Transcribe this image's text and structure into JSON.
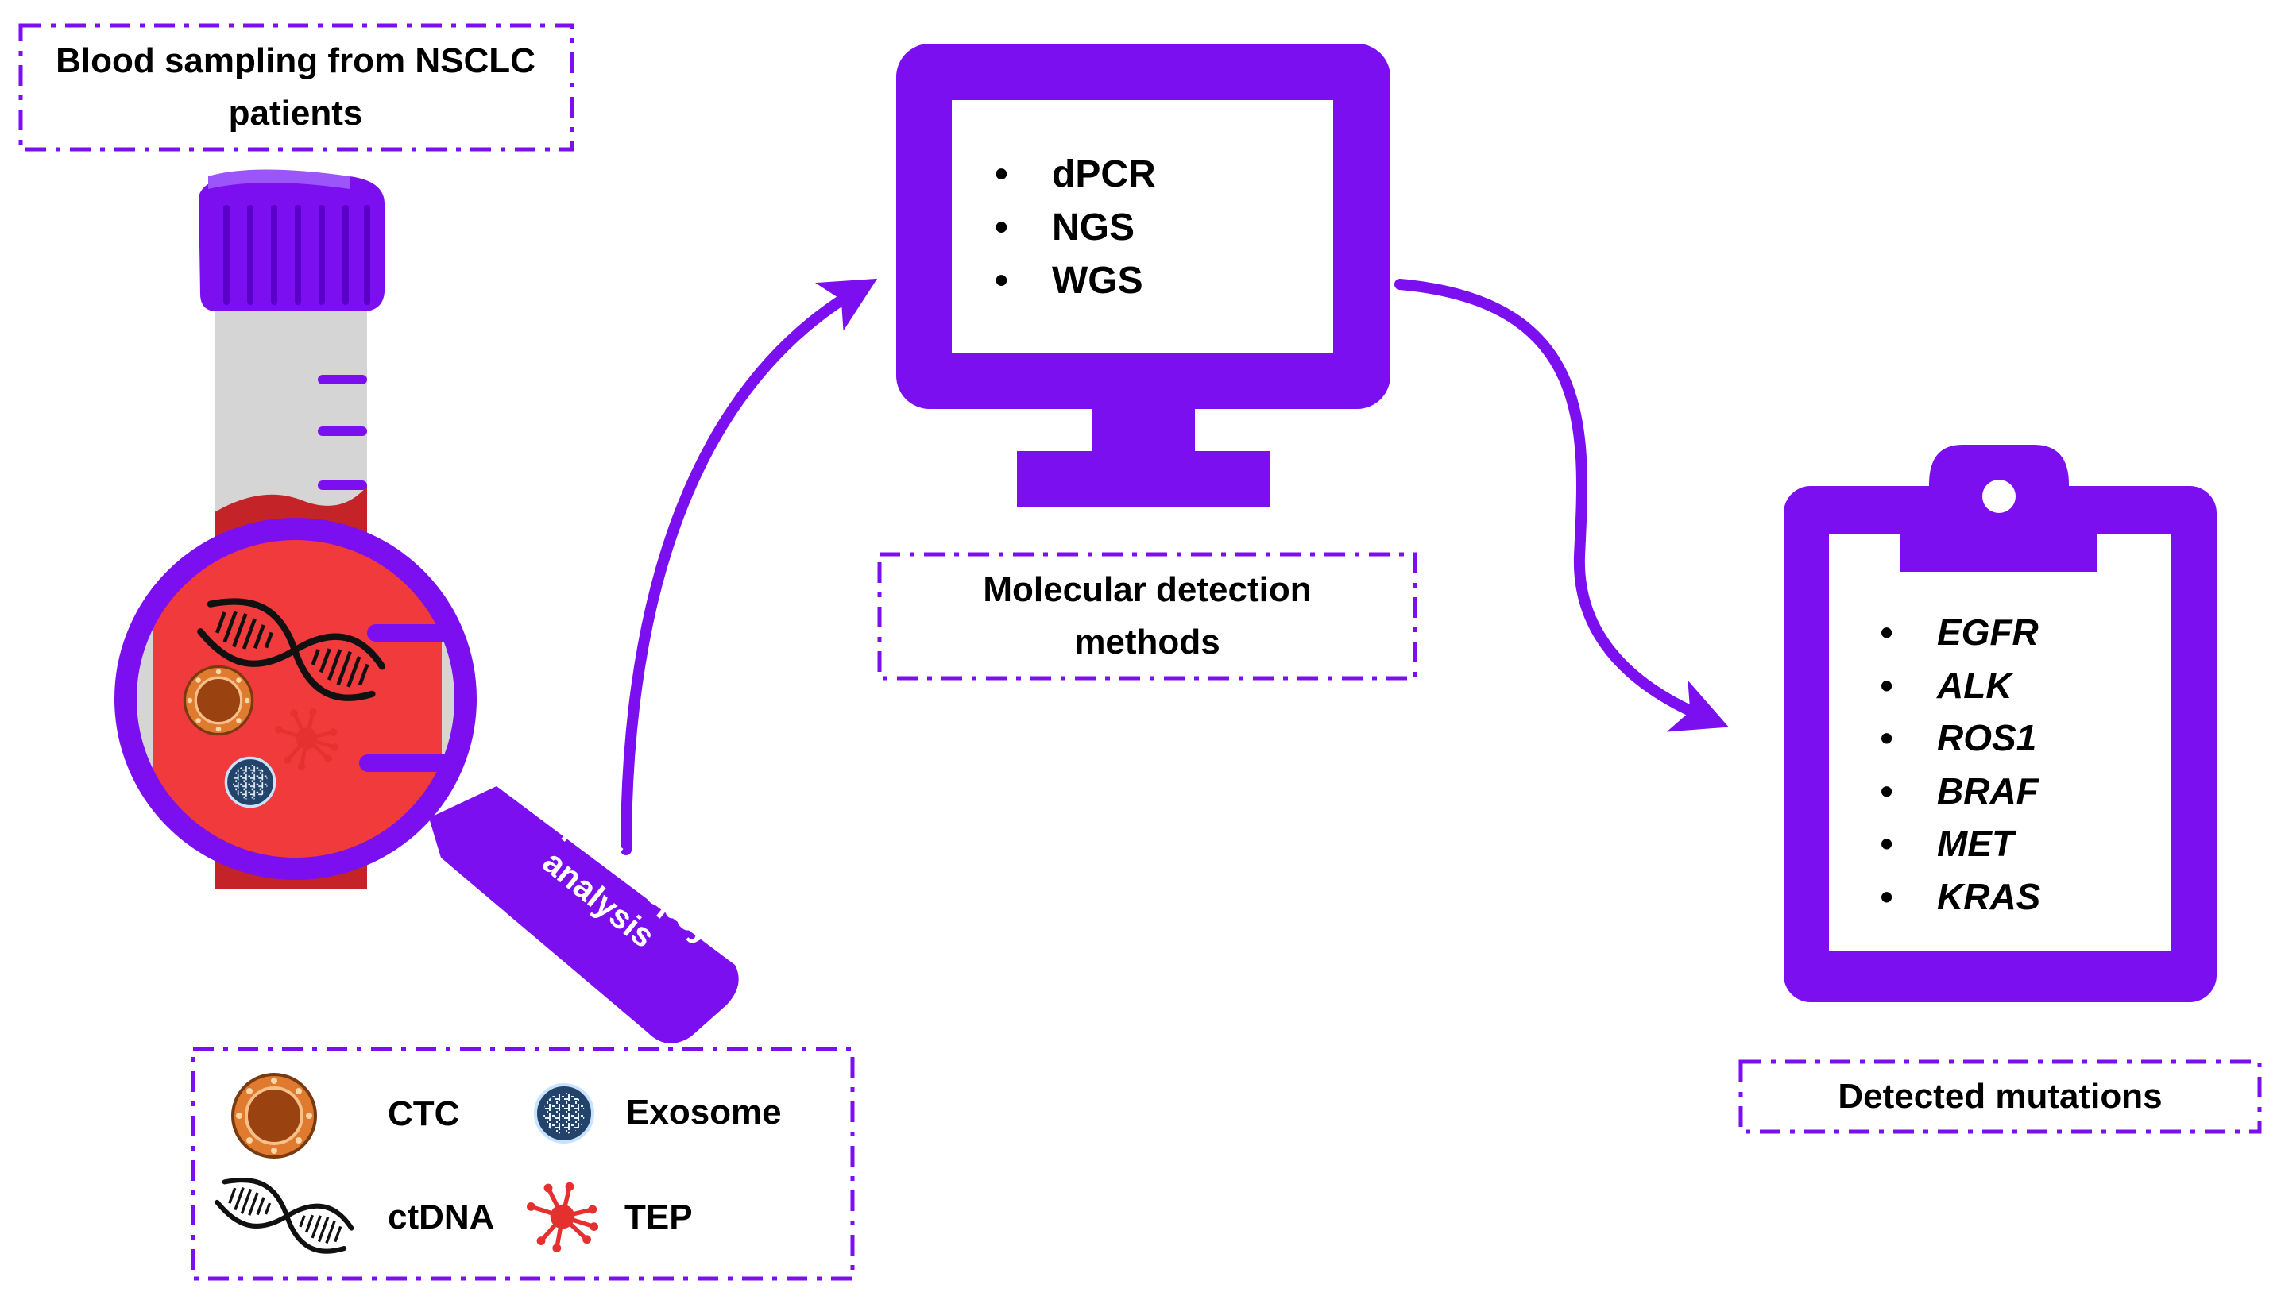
{
  "step_labels": {
    "sampling": "Blood sampling from NSCLC patients",
    "magnifier": [
      "Liquid Biopsy",
      "analysis"
    ],
    "methods": "Molecular detection methods",
    "mutations": "Detected mutations"
  },
  "methods_list": [
    "dPCR",
    "NGS",
    "WGS"
  ],
  "mutations_list": [
    "EGFR",
    "ALK",
    "ROS1",
    "BRAF",
    "MET",
    "KRAS"
  ],
  "legend": {
    "ctc": "CTC",
    "exosome": "Exosome",
    "ctdna": "ctDNA",
    "tep": "TEP"
  },
  "colors": {
    "purple": "#7B0FF0",
    "blood_red": "#F03A3C",
    "dark_red": "#C42428",
    "ctc_orange": "#E07A2E",
    "ctc_core": "#9A4210",
    "exosome_navy": "#24436A",
    "tube_gray": "#D5D5D5",
    "tep_red": "#E53030"
  },
  "icons": [
    "blood-tube-icon",
    "magnifier-icon",
    "dna-icon",
    "ctc-icon",
    "exosome-icon",
    "tep-icon",
    "monitor-icon",
    "clipboard-icon"
  ]
}
